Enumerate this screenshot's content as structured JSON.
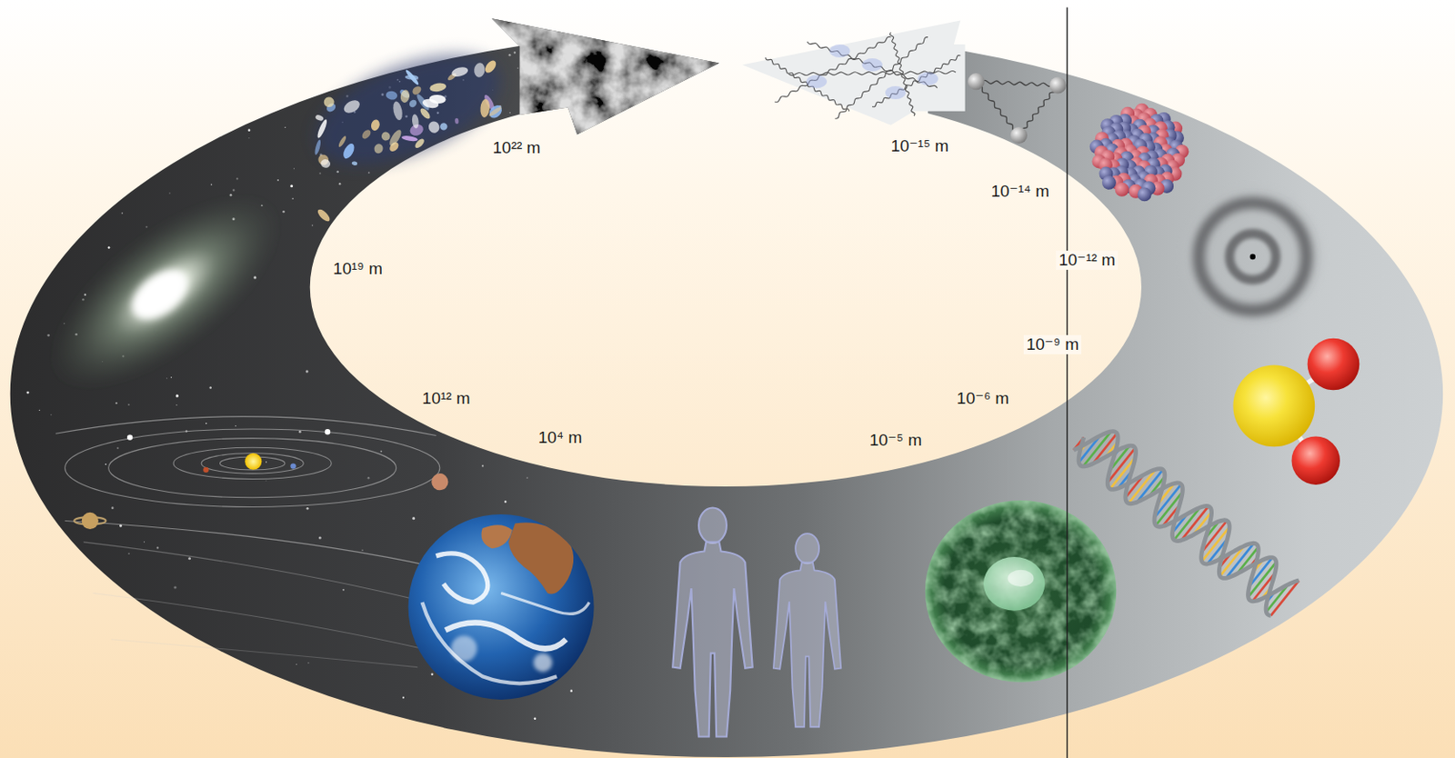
{
  "diagram": {
    "labels": [
      "10²² m",
      "10⁻¹⁵ m",
      "10⁻¹⁴ m",
      "10¹⁹ m",
      "10⁻¹² m",
      "10⁻⁹ m",
      "10¹² m",
      "10⁻⁶ m",
      "10⁴ m",
      "10⁻⁵ m"
    ]
  }
}
